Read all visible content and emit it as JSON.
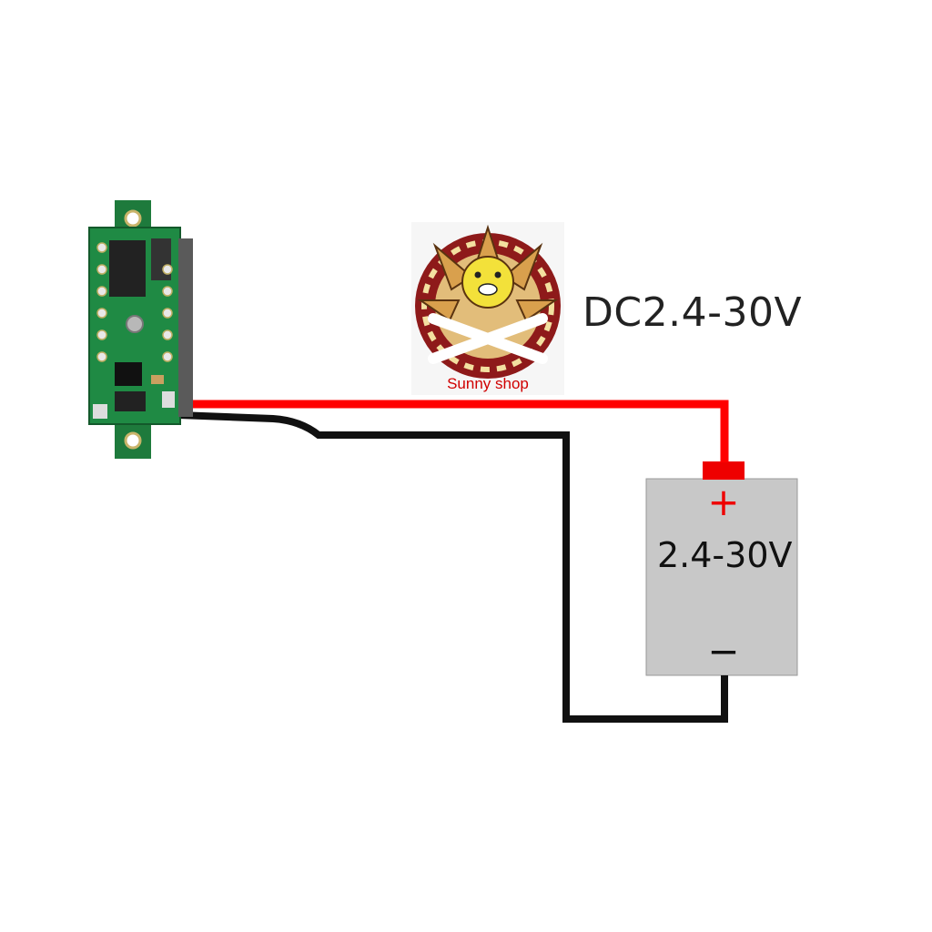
{
  "spec_label": "DC2.4-30V",
  "battery": {
    "voltage_label": "2.4-30V",
    "positive_symbol": "+",
    "negative_symbol": "−",
    "fill_color": "#c8c8c8"
  },
  "logo": {
    "shop_name": "Sunny shop"
  },
  "wires": {
    "positive_color": "#ff0000",
    "negative_color": "#111111"
  },
  "pcb": {
    "board_color": "#1e7a3c"
  }
}
